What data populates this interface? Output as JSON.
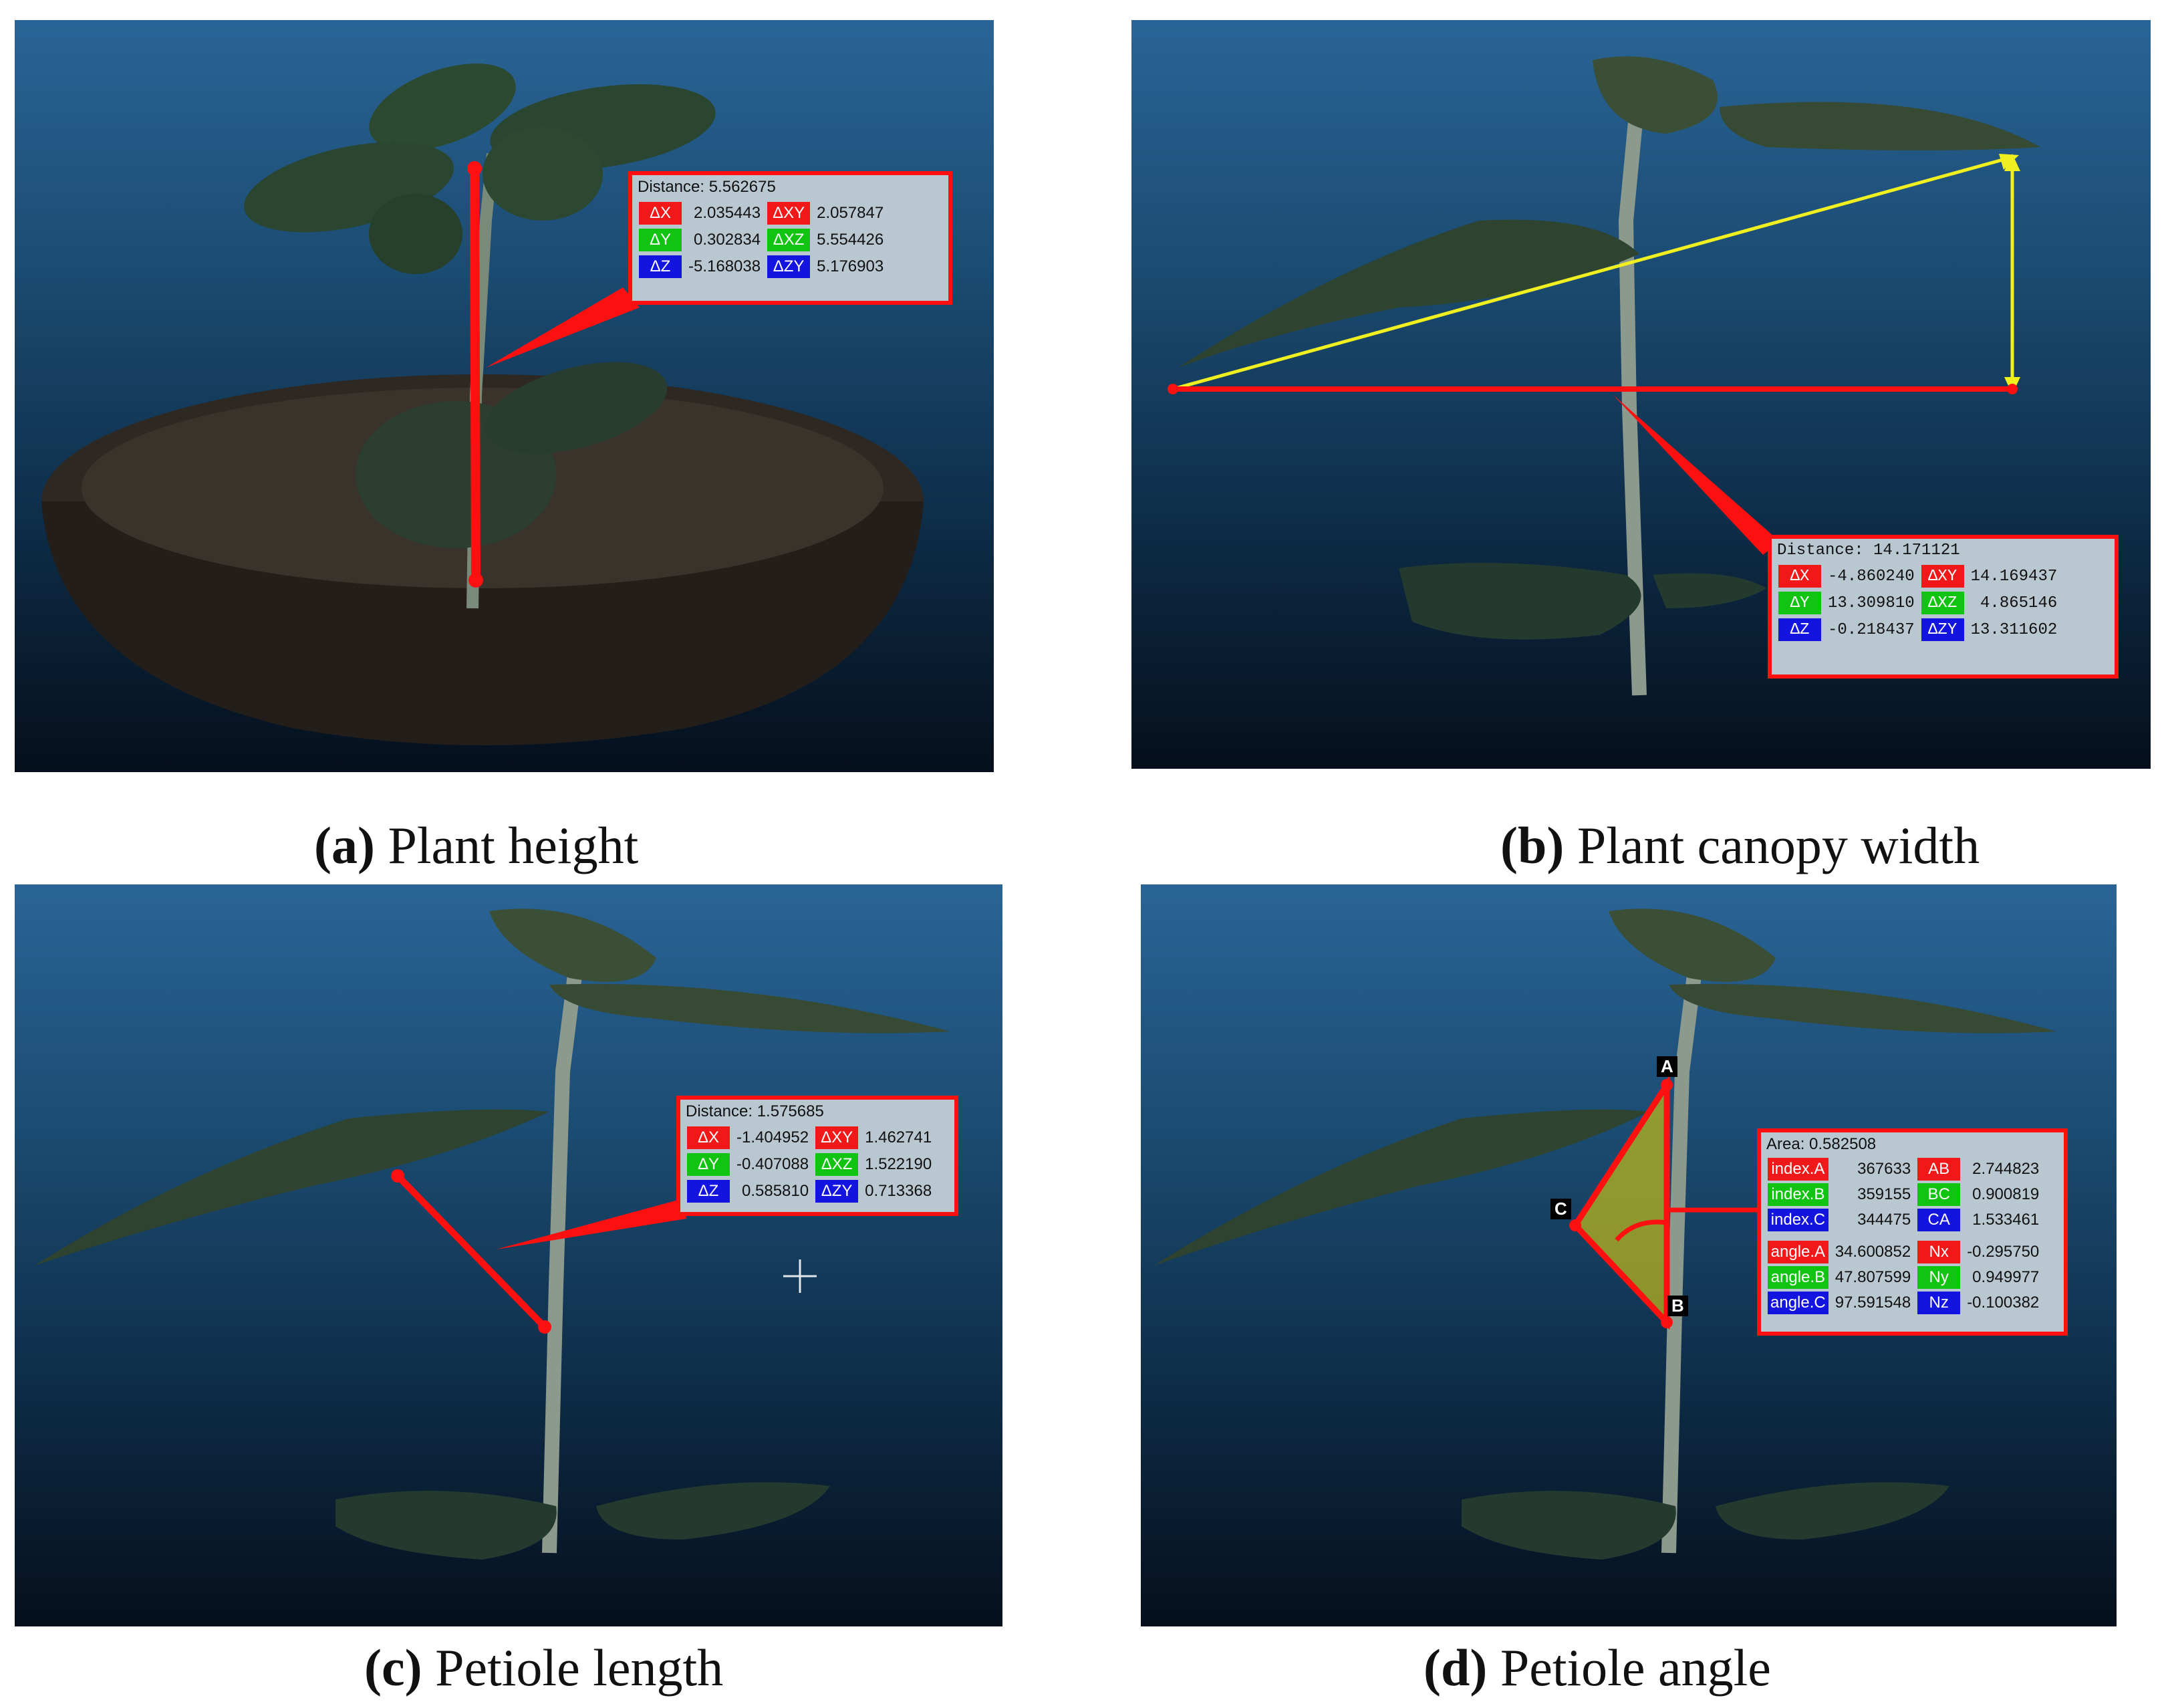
{
  "captions": {
    "a": {
      "tag": "(a)",
      "text": "Plant height"
    },
    "b": {
      "tag": "(b)",
      "text": "Plant canopy width"
    },
    "c": {
      "tag": "(c)",
      "text": "Petiole length"
    },
    "d": {
      "tag": "(d)",
      "text": "Petiole angle"
    }
  },
  "panel_a": {
    "title": "Distance: 5.562675",
    "rows": [
      {
        "k1": "ΔX",
        "v1": "2.035443",
        "k2": "ΔXY",
        "v2": "2.057847"
      },
      {
        "k1": "ΔY",
        "v1": "0.302834",
        "k2": "ΔXZ",
        "v2": "5.554426"
      },
      {
        "k1": "ΔZ",
        "v1": "-5.168038",
        "k2": "ΔZY",
        "v2": "5.176903"
      }
    ]
  },
  "panel_b": {
    "title": "Distance: 14.171121",
    "rows": [
      {
        "k1": "ΔX",
        "v1": "-4.860240",
        "k2": "ΔXY",
        "v2": "14.169437"
      },
      {
        "k1": "ΔY",
        "v1": "13.309810",
        "k2": "ΔXZ",
        "v2": "4.865146"
      },
      {
        "k1": "ΔZ",
        "v1": "-0.218437",
        "k2": "ΔZY",
        "v2": "13.311602"
      }
    ]
  },
  "panel_c": {
    "title": "Distance: 1.575685",
    "rows": [
      {
        "k1": "ΔX",
        "v1": "-1.404952",
        "k2": "ΔXY",
        "v2": "1.462741"
      },
      {
        "k1": "ΔY",
        "v1": "-0.407088",
        "k2": "ΔXZ",
        "v2": "1.522190"
      },
      {
        "k1": "ΔZ",
        "v1": "0.585810",
        "k2": "ΔZY",
        "v2": "0.713368"
      }
    ]
  },
  "panel_d": {
    "title": "Area: 0.582508",
    "vertex_labels": {
      "a": "A",
      "b": "B",
      "c": "C"
    },
    "rows": [
      {
        "k1": "index.A",
        "v1": "367633",
        "k2": "AB",
        "v2": "2.744823"
      },
      {
        "k1": "index.B",
        "v1": "359155",
        "k2": "BC",
        "v2": "0.900819"
      },
      {
        "k1": "index.C",
        "v1": "344475",
        "k2": "CA",
        "v2": "1.533461"
      }
    ],
    "rows2": [
      {
        "k1": "angle.A",
        "v1": "34.600852",
        "k2": "Nx",
        "v2": "-0.295750"
      },
      {
        "k1": "angle.B",
        "v1": "47.807599",
        "k2": "Ny",
        "v2": "0.949977"
      },
      {
        "k1": "angle.C",
        "v1": "97.591548",
        "k2": "Nz",
        "v2": "-0.100382"
      }
    ]
  },
  "colors": {
    "measure_line": "#ff1010",
    "canopy_arrow": "#f0f020",
    "key_red": "#f01818",
    "key_green": "#12c412",
    "key_blue": "#1414e0"
  }
}
